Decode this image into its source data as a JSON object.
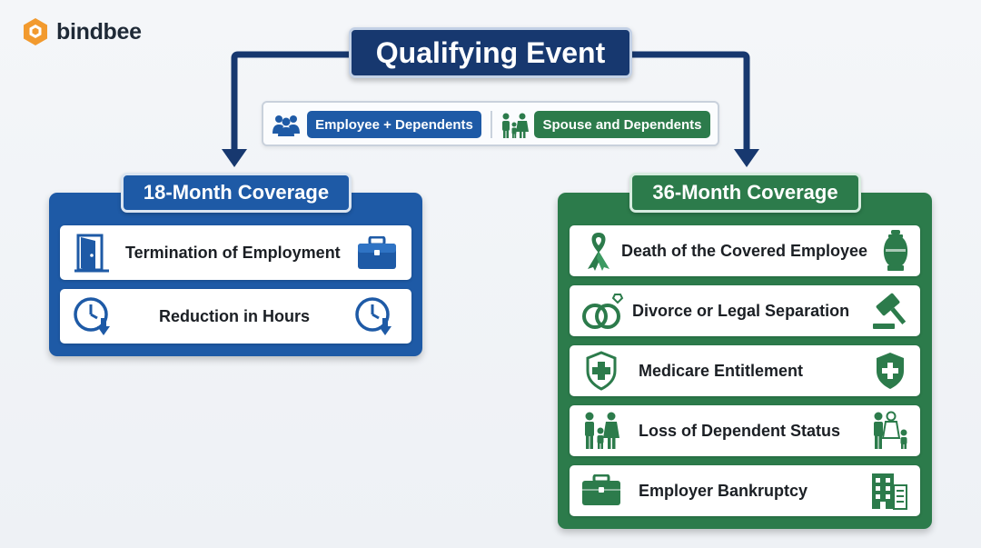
{
  "brand": {
    "name": "bindbee"
  },
  "title": "Qualifying Event",
  "legend": {
    "employee_label": "Employee + Dependents",
    "spouse_label": "Spouse and Dependents"
  },
  "left_panel": {
    "header": "18-Month Coverage",
    "items": [
      {
        "label": "Termination of Employment",
        "left_icon": "door-icon",
        "right_icon": "briefcase-icon"
      },
      {
        "label": "Reduction in Hours",
        "left_icon": "clock-down-icon",
        "right_icon": "clock-down-icon"
      }
    ]
  },
  "right_panel": {
    "header": "36-Month Coverage",
    "items": [
      {
        "label": "Death of the Covered Employee",
        "left_icon": "ribbon-icon",
        "right_icon": "urn-icon"
      },
      {
        "label": "Divorce or Legal Separation",
        "left_icon": "rings-icon",
        "right_icon": "gavel-icon"
      },
      {
        "label": "Medicare Entitlement",
        "left_icon": "shield-cross-icon",
        "right_icon": "shield-cross-icon"
      },
      {
        "label": "Loss of Dependent Status",
        "left_icon": "family-icon",
        "right_icon": "family-icon"
      },
      {
        "label": "Employer Bankruptcy",
        "left_icon": "briefcase-icon",
        "right_icon": "building-icon"
      }
    ]
  },
  "colors": {
    "navy": "#17386f",
    "blue": "#1e5aa6",
    "green": "#2c7b4b",
    "orange": "#f29a2e"
  }
}
